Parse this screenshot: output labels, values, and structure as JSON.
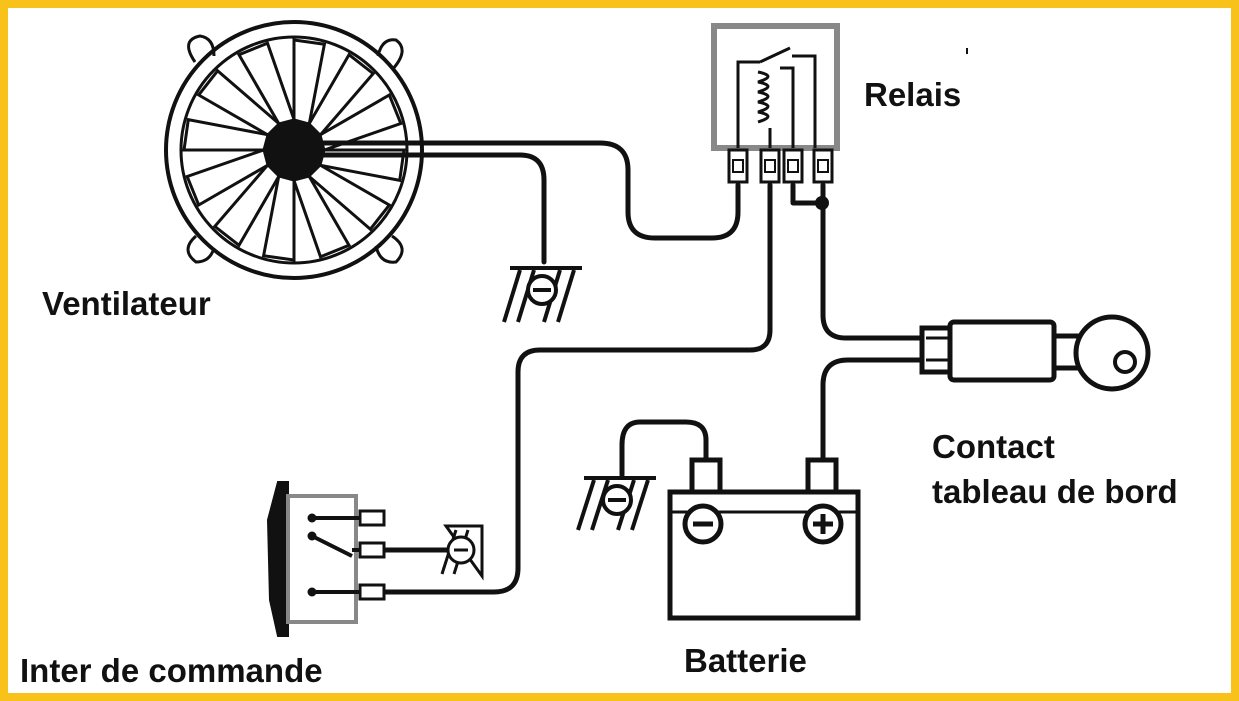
{
  "labels": {
    "ventilateur": "Ventilateur",
    "relais": "Relais",
    "contact_line1": "Contact",
    "contact_line2": "tableau de bord",
    "inter": "Inter de commande",
    "batterie": "Batterie"
  },
  "colors": {
    "frame": "#f8c21a",
    "wire": "#111111",
    "relay_box": "#888888",
    "background": "#ffffff"
  },
  "icons": {
    "fan": "fan-icon",
    "relay": "relay-icon",
    "ignition": "ignition-key-icon",
    "battery": "battery-icon",
    "switch": "rocker-switch-icon",
    "ground": "ground-icon"
  }
}
